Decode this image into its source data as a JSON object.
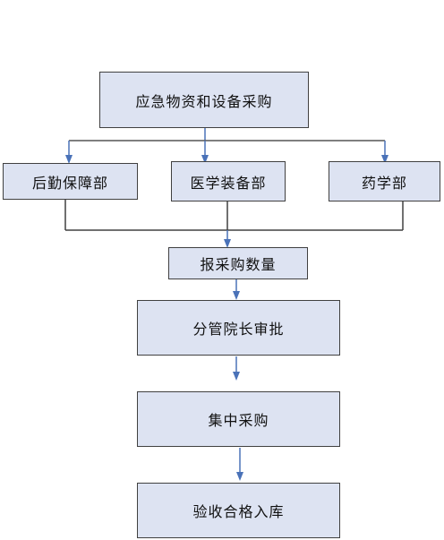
{
  "diagram": {
    "nodes": {
      "procurement": {
        "label": "应急物资和设备采购"
      },
      "logistics": {
        "label": "后勤保障部"
      },
      "medical_equipment": {
        "label": "医学装备部"
      },
      "pharmacy": {
        "label": "药学部"
      },
      "report_quantity": {
        "label": "报采购数量"
      },
      "approval": {
        "label": "分管院长审批"
      },
      "centralized": {
        "label": "集中采购"
      },
      "acceptance": {
        "label": "验收合格入库"
      }
    },
    "edges": [
      {
        "from": "procurement",
        "to": "logistics"
      },
      {
        "from": "procurement",
        "to": "medical_equipment"
      },
      {
        "from": "procurement",
        "to": "pharmacy"
      },
      {
        "from": "logistics",
        "to": "report_quantity"
      },
      {
        "from": "medical_equipment",
        "to": "report_quantity"
      },
      {
        "from": "pharmacy",
        "to": "report_quantity"
      },
      {
        "from": "report_quantity",
        "to": "approval"
      },
      {
        "from": "approval",
        "to": "centralized"
      },
      {
        "from": "centralized",
        "to": "acceptance"
      }
    ],
    "colors": {
      "box_fill": "#dde3f2",
      "box_border": "#404040",
      "arrow": "#4a72b8",
      "line": "#404040"
    }
  }
}
